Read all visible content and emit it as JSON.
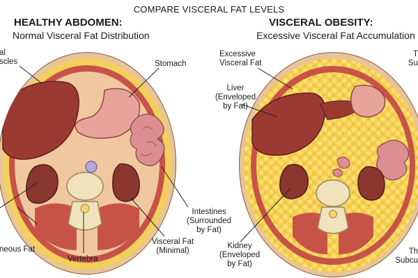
{
  "title": "COMPARE VISCERAL FAT LEVELS",
  "left_panel": {
    "heading": "HEALTHY ABDOMEN:",
    "subheading": "Normal Visceral Fat Distribution",
    "labels": {
      "muscles": [
        "al",
        "scles"
      ],
      "stomach": "Stomach",
      "intestines": [
        "Intestines",
        "(Surrounded",
        "by Fat)"
      ],
      "subcutaneous": "neous Fat",
      "vertebra": "Vertebra",
      "visceral_fat": [
        "Visceral Fat",
        "(Minimal)"
      ]
    }
  },
  "right_panel": {
    "heading": "VISCERAL OBESITY:",
    "subheading": "Excessive Visceral Fat Accumulation",
    "labels": {
      "excessive_fat": [
        "Excessive",
        "Visceral Fat"
      ],
      "liver": [
        "Liver",
        "(Enveloped",
        "by Fat)"
      ],
      "kidney": [
        "Kidney",
        "(Enveloped",
        "by Fat)"
      ],
      "right_top": [
        "T",
        "Su"
      ],
      "right_bottom": [
        "Th",
        "Subcu"
      ]
    }
  },
  "colors": {
    "skin": "#e9c9a3",
    "fat": "#f6d35a",
    "fat_spots": "#fbe58a",
    "muscle": "#c8574a",
    "liver": "#9c3b34",
    "stomach": "#e7a39b",
    "intestine": "#dc8e92",
    "kidney": "#8d3730",
    "bone": "#efe3c0",
    "cavity_healthy": "#f3c9a3"
  }
}
